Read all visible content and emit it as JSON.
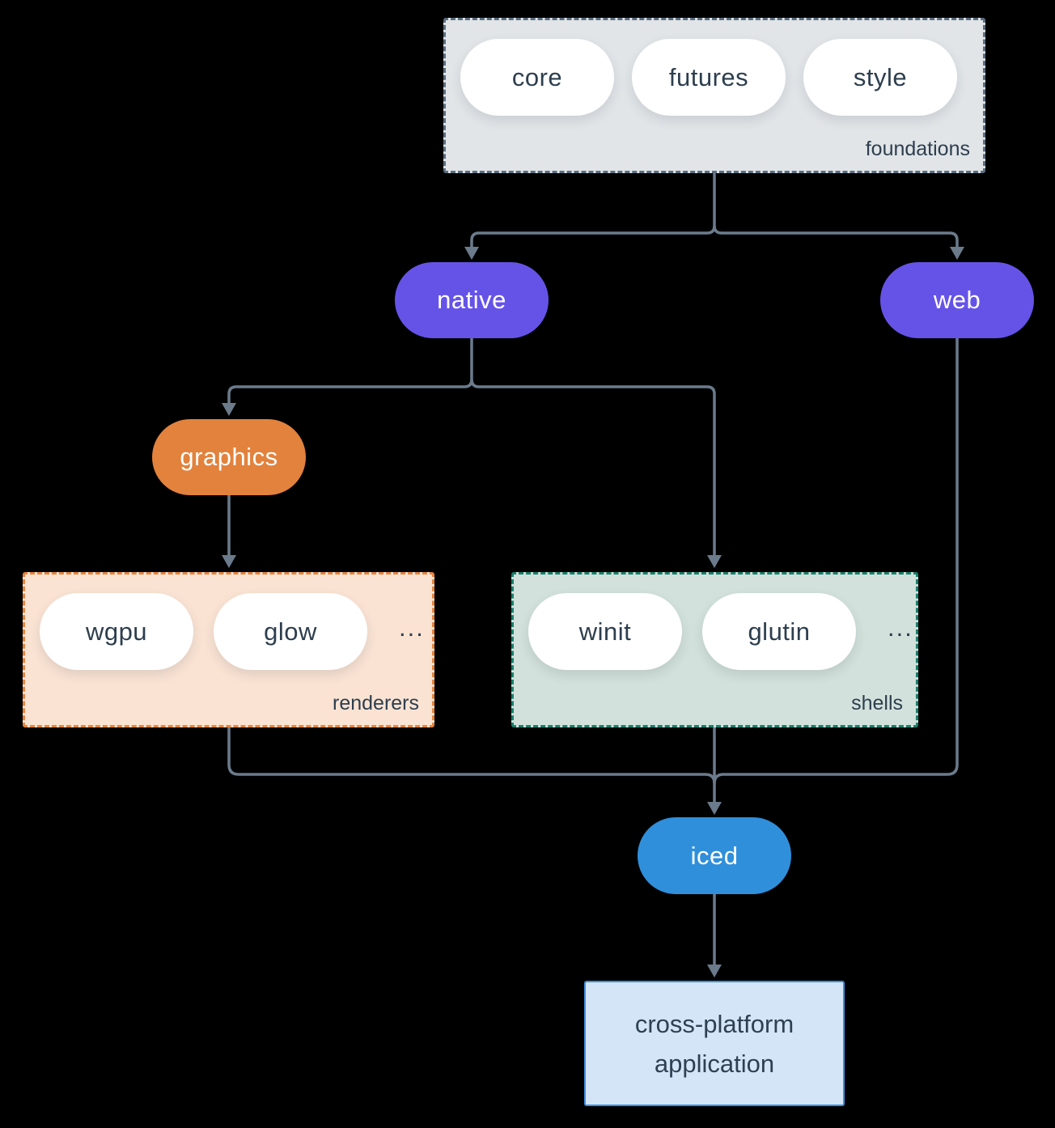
{
  "colors": {
    "background": "#000000",
    "connector": "#6b7b8c",
    "text_dark": "#2d3e4e",
    "foundations_fill": "#e1e5e8",
    "foundations_border": "#5c6e80",
    "renderers_fill": "#fae3d3",
    "renderers_border": "#e8833c",
    "shells_fill": "#d2e1db",
    "shells_border": "#17806c",
    "native_web_purple": "#6553e8",
    "graphics_orange": "#e2823d",
    "iced_blue": "#2f8fdb",
    "application_fill": "#d4e5f8",
    "application_border": "#3f8fdf",
    "pill_white": "#ffffff"
  },
  "nodes": {
    "foundations": {
      "label": "foundations",
      "items": [
        {
          "label": "core"
        },
        {
          "label": "futures"
        },
        {
          "label": "style"
        }
      ]
    },
    "native": {
      "label": "native"
    },
    "web": {
      "label": "web"
    },
    "graphics": {
      "label": "graphics"
    },
    "renderers": {
      "label": "renderers",
      "items": [
        {
          "label": "wgpu"
        },
        {
          "label": "glow"
        }
      ],
      "ellipsis": "..."
    },
    "shells": {
      "label": "shells",
      "items": [
        {
          "label": "winit"
        },
        {
          "label": "glutin"
        }
      ],
      "ellipsis": "..."
    },
    "iced": {
      "label": "iced"
    },
    "application": {
      "label": "cross-platform application"
    }
  }
}
